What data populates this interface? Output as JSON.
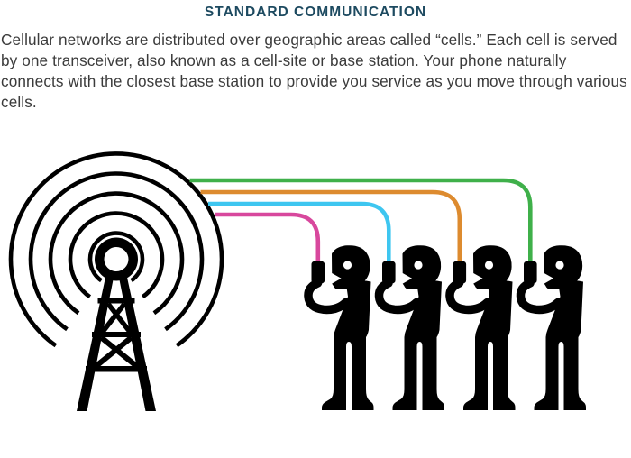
{
  "page": {
    "background": "#ffffff"
  },
  "header": {
    "title": "STANDARD COMMUNICATION",
    "title_color": "#1d4a60"
  },
  "description": {
    "text": "Cellular networks are distributed over geographic areas called “cells.” Each cell is served by one transceiver, also known as a cell-site or base station. Your phone naturally connects with the closest base station to provide you service as you move through various cells.",
    "text_color": "#3b3b3b"
  },
  "illustration": {
    "tower": {
      "label": "cell-site base station tower",
      "color": "#000000",
      "signal_wave_count": 5
    },
    "people_count": 4,
    "people_label": "person holding phone",
    "connections": [
      {
        "person": 1,
        "color": "#d8489d"
      },
      {
        "person": 2,
        "color": "#3ec6f0"
      },
      {
        "person": 3,
        "color": "#dd8b2f"
      },
      {
        "person": 4,
        "color": "#3fb04a"
      }
    ]
  }
}
